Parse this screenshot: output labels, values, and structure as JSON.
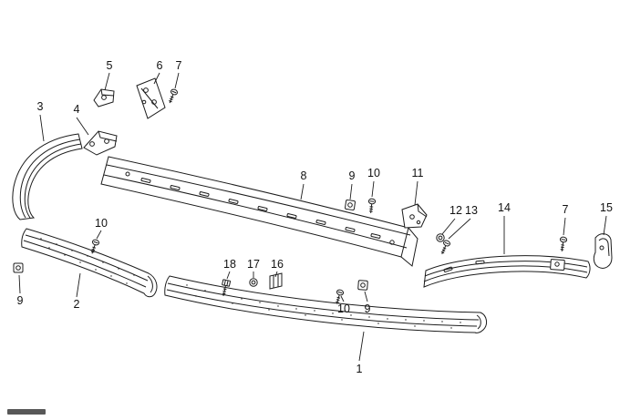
{
  "diagram": {
    "kind": "exploded-parts-diagram",
    "background_color": "#ffffff",
    "line_color": "#1c1c1c",
    "text_color": "#111111"
  },
  "callouts": [
    {
      "label": "5"
    },
    {
      "label": "6"
    },
    {
      "label": "7"
    },
    {
      "label": "3"
    },
    {
      "label": "4"
    },
    {
      "label": "8"
    },
    {
      "label": "9"
    },
    {
      "label": "10"
    },
    {
      "label": "11"
    },
    {
      "label": "12"
    },
    {
      "label": "13"
    },
    {
      "label": "14"
    },
    {
      "label": "7"
    },
    {
      "label": "15"
    },
    {
      "label": "10"
    },
    {
      "label": "9"
    },
    {
      "label": "2"
    },
    {
      "label": "18"
    },
    {
      "label": "17"
    },
    {
      "label": "16"
    },
    {
      "label": "10"
    },
    {
      "label": "9"
    },
    {
      "label": "1"
    }
  ]
}
